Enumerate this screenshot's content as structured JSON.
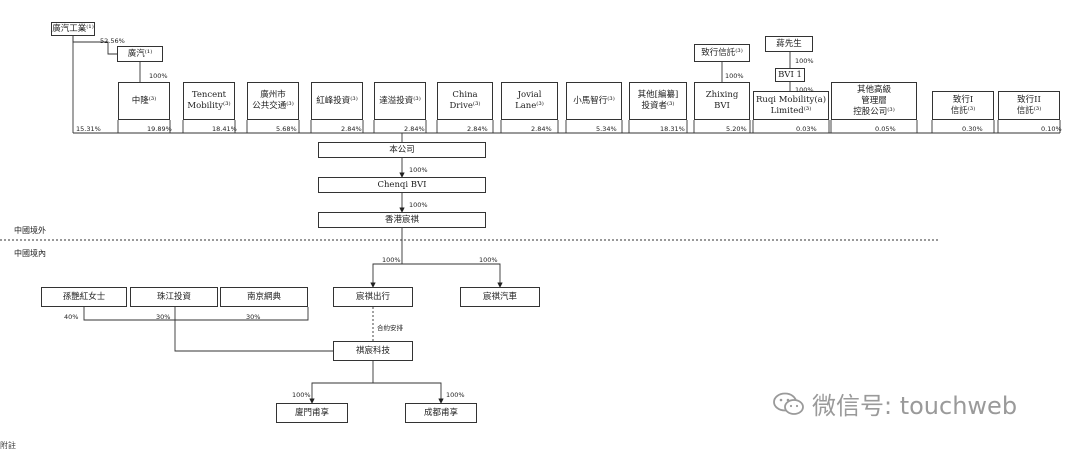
{
  "boxes": [
    {
      "id": "gac-industry",
      "text": "廣汽工業⁽¹⁾"
    },
    {
      "id": "gac",
      "text": "廣汽⁽¹⁾"
    },
    {
      "id": "zhongtai",
      "text": "中隆⁽³⁾"
    },
    {
      "id": "tencent",
      "text": "Tencent\nMobility⁽³⁾"
    },
    {
      "id": "gz-transport",
      "text": "廣州市\n公共交通⁽³⁾"
    },
    {
      "id": "hongfeng",
      "text": "紅峰投資⁽³⁾"
    },
    {
      "id": "dayi",
      "text": "達溢投資⁽³⁾"
    },
    {
      "id": "china-drive",
      "text": "China Drive⁽³⁾"
    },
    {
      "id": "jovial-lane",
      "text": "Jovial Lane⁽³⁾"
    },
    {
      "id": "xiaoma",
      "text": "小馬智行⁽³⁾"
    },
    {
      "id": "other-investors",
      "text": "其他[編纂]\n投資者⁽³⁾"
    },
    {
      "id": "zhixing-xinji",
      "text": "致行信託⁽³⁾"
    },
    {
      "id": "zhixing-bvi",
      "text": "Zhixing\nBVI"
    },
    {
      "id": "mr-jiang",
      "text": "蔣先生"
    },
    {
      "id": "bvi1",
      "text": "BVI 1"
    },
    {
      "id": "ruqi-mobility",
      "text": "Ruqi Mobility(a)\nLimited⁽³⁾"
    },
    {
      "id": "other-mgmt",
      "text": "其他高級\n管理層\n控股公司⁽³⁾"
    },
    {
      "id": "zhixing-1",
      "text": "致行I\n信託⁽³⁾"
    },
    {
      "id": "zhixing-2",
      "text": "致行II\n信託⁽³⁾"
    },
    {
      "id": "company",
      "text": "本公司"
    },
    {
      "id": "chenqi-bvi",
      "text": "Chenqi BVI"
    },
    {
      "id": "hk-chenqi",
      "text": "香港宸祺"
    },
    {
      "id": "sun-yanhong",
      "text": "孫艷紅女士"
    },
    {
      "id": "zhujiang",
      "text": "珠江投資"
    },
    {
      "id": "nanjing",
      "text": "南京網典"
    },
    {
      "id": "chenqi-chuxing",
      "text": "宸祺出行"
    },
    {
      "id": "chenqi-auto",
      "text": "宸祺汽車"
    },
    {
      "id": "qichen-tech",
      "text": "祺宸科技"
    },
    {
      "id": "xiamen",
      "text": "廈門甫享"
    },
    {
      "id": "chengdu",
      "text": "成都甫享"
    }
  ],
  "labels": [
    {
      "id": "pct-gac",
      "text": "52.56%"
    },
    {
      "id": "pct-gac-zt",
      "text": "100%"
    },
    {
      "id": "pct-gac-ind",
      "text": "15.31%"
    },
    {
      "id": "pct-zhongtai",
      "text": "19.89%"
    },
    {
      "id": "pct-tencent",
      "text": "18.41%"
    },
    {
      "id": "pct-gzt",
      "text": "5.68%"
    },
    {
      "id": "pct-hongfeng",
      "text": "2.84%"
    },
    {
      "id": "pct-dayi",
      "text": "2.84%"
    },
    {
      "id": "pct-cd",
      "text": "2.84%"
    },
    {
      "id": "pct-jl",
      "text": "2.84%"
    },
    {
      "id": "pct-xiaoma",
      "text": "5.34%"
    },
    {
      "id": "pct-other",
      "text": "18.31%"
    },
    {
      "id": "pct-zx-xt",
      "text": "100%"
    },
    {
      "id": "pct-zxbvi",
      "text": "5.20%"
    },
    {
      "id": "pct-jiang",
      "text": "100%"
    },
    {
      "id": "pct-bvi1",
      "text": "100%"
    },
    {
      "id": "pct-ruqi",
      "text": "0.03%"
    },
    {
      "id": "pct-mgmt",
      "text": "0.05%"
    },
    {
      "id": "pct-zx1",
      "text": "0.30%"
    },
    {
      "id": "pct-zx2",
      "text": "0.10%"
    },
    {
      "id": "pct-co-bvi",
      "text": "100%"
    },
    {
      "id": "pct-bvi-hk",
      "text": "100%"
    },
    {
      "id": "pct-hk-cx",
      "text": "100%"
    },
    {
      "id": "pct-hk-auto",
      "text": "100%"
    },
    {
      "id": "pct-sun",
      "text": "40%"
    },
    {
      "id": "pct-zj",
      "text": "30%"
    },
    {
      "id": "pct-nj",
      "text": "30%"
    },
    {
      "id": "contract",
      "text": "合約安排"
    },
    {
      "id": "pct-xm",
      "text": "100%"
    },
    {
      "id": "pct-cdu",
      "text": "100%"
    }
  ],
  "regions": {
    "outside": "中國境外",
    "inside": "中國境內"
  },
  "watermark": "微信号: touchweb",
  "corner": "附註"
}
